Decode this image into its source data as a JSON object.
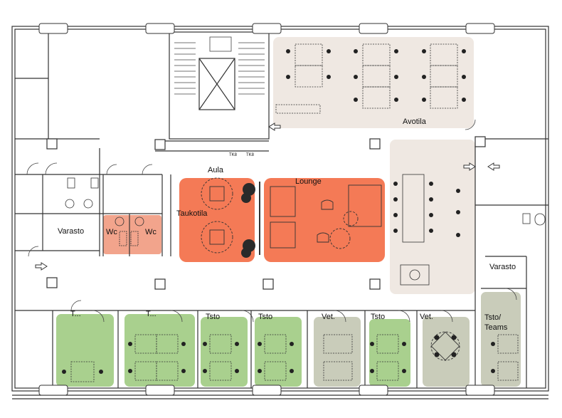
{
  "colors": {
    "open_area": "#efe8e2",
    "lounge": "#f47a56",
    "wc": "#f2a48c",
    "green_room": "#a9d08e",
    "grey_room": "#c9ccba",
    "wall": "#333333"
  },
  "labels": {
    "avotila": "Avotila",
    "aula": "Aula",
    "lounge": "Lounge",
    "taukotila": "Taukotila",
    "varasto_left": "Varasto",
    "wc_1": "Wc",
    "wc_2": "Wc",
    "varasto_right": "Varasto",
    "room_1": "T...",
    "room_2": "T...",
    "room_3": "Tsto",
    "room_4": "Tsto",
    "room_5": "Vet.",
    "room_6": "Tsto",
    "room_7": "Vet.",
    "room_8_line1": "Tsto/",
    "room_8_line2": "Teams",
    "tk_1": "TK8",
    "tk_2": "TK8"
  },
  "icons": {
    "arrow_left": "arrow-left-icon",
    "arrow_right": "arrow-right-icon",
    "stair": "staircase-icon",
    "elevator": "elevator-icon",
    "plant": "plant-icon",
    "toilet": "toilet-icon",
    "sink": "sink-icon",
    "chair": "office-chair-icon"
  }
}
